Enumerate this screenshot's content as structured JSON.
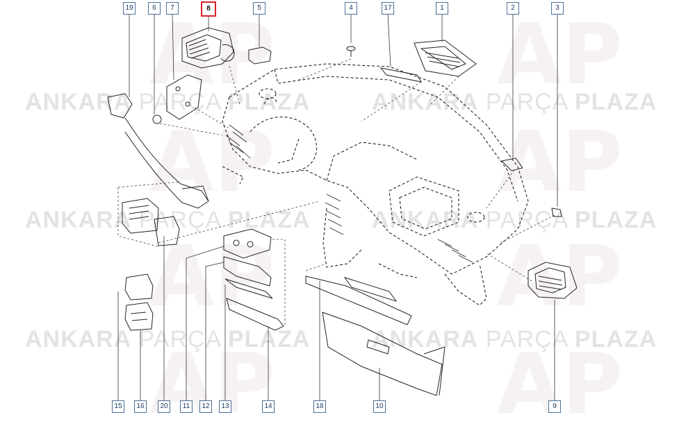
{
  "watermark": {
    "brand": "ANKARA",
    "middle": "PARÇA",
    "tail": "PLAZA",
    "logo_letters": "AP"
  },
  "callouts": {
    "c19": "19",
    "c6": "6",
    "c7": "7",
    "c8": "8",
    "c5": "5",
    "c4": "4",
    "c17": "17",
    "c1": "1",
    "c2": "2",
    "c3": "3",
    "c15": "15",
    "c16": "16",
    "c20": "20",
    "c11": "11",
    "c12": "12",
    "c13": "13",
    "c14": "14",
    "c18": "18",
    "c10": "10",
    "c9": "9"
  },
  "highlighted_part": "8",
  "colors": {
    "highlight": "#d81f2a",
    "callout_border": "#4a6f99",
    "line": "#222222"
  }
}
